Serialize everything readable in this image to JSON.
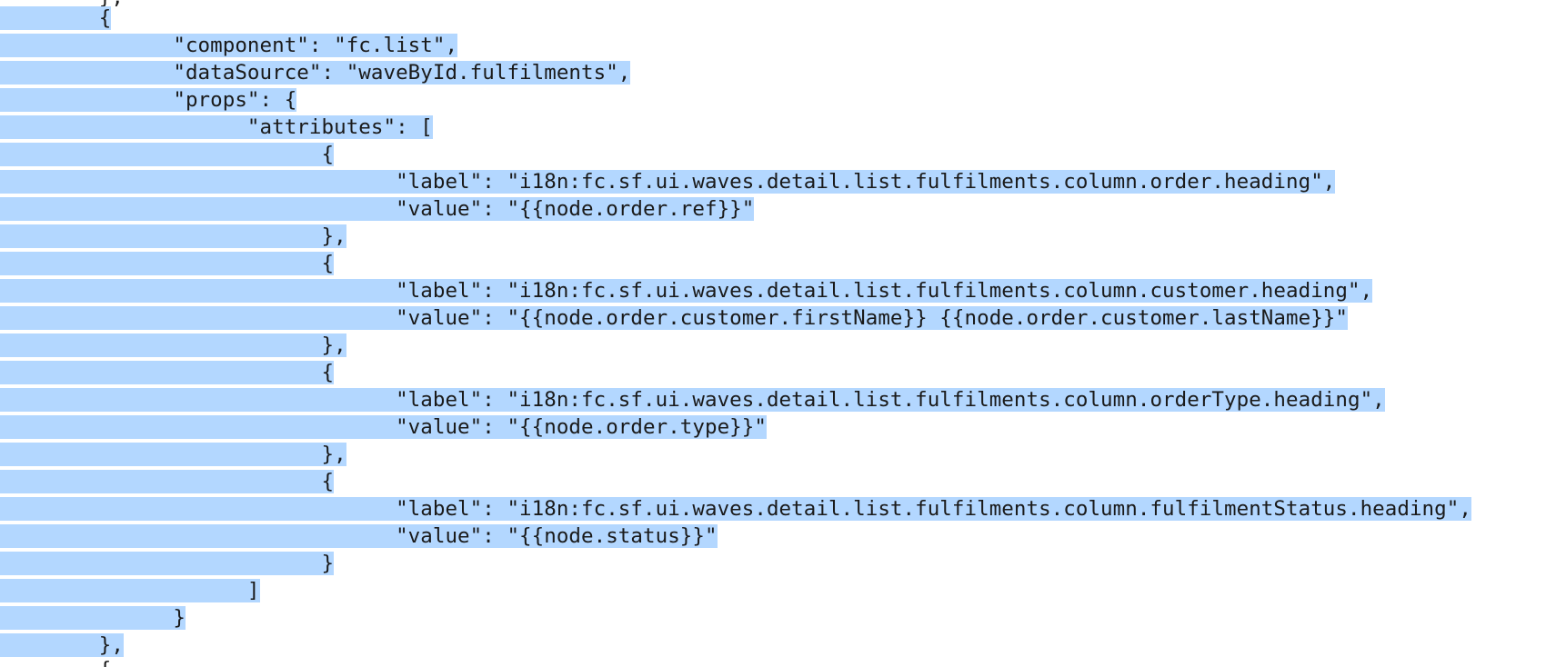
{
  "selection_color": "#b3d7ff",
  "lines": [
    {
      "text": "        },",
      "selected": false
    },
    {
      "text": "        {",
      "selected": true
    },
    {
      "text": "              \"component\": \"fc.list\",",
      "selected": true
    },
    {
      "text": "              \"dataSource\": \"waveById.fulfilments\",",
      "selected": true
    },
    {
      "text": "              \"props\": {",
      "selected": true
    },
    {
      "text": "                    \"attributes\": [",
      "selected": true
    },
    {
      "text": "                          {",
      "selected": true
    },
    {
      "text": "                                \"label\": \"i18n:fc.sf.ui.waves.detail.list.fulfilments.column.order.heading\",",
      "selected": true
    },
    {
      "text": "                                \"value\": \"{{node.order.ref}}\"",
      "selected": true
    },
    {
      "text": "                          },",
      "selected": true
    },
    {
      "text": "                          {",
      "selected": true
    },
    {
      "text": "                                \"label\": \"i18n:fc.sf.ui.waves.detail.list.fulfilments.column.customer.heading\",",
      "selected": true
    },
    {
      "text": "                                \"value\": \"{{node.order.customer.firstName}} {{node.order.customer.lastName}}\"",
      "selected": true
    },
    {
      "text": "                          },",
      "selected": true
    },
    {
      "text": "                          {",
      "selected": true
    },
    {
      "text": "                                \"label\": \"i18n:fc.sf.ui.waves.detail.list.fulfilments.column.orderType.heading\",",
      "selected": true
    },
    {
      "text": "                                \"value\": \"{{node.order.type}}\"",
      "selected": true
    },
    {
      "text": "                          },",
      "selected": true
    },
    {
      "text": "                          {",
      "selected": true
    },
    {
      "text": "                                \"label\": \"i18n:fc.sf.ui.waves.detail.list.fulfilments.column.fulfilmentStatus.heading\",",
      "selected": true
    },
    {
      "text": "                                \"value\": \"{{node.status}}\"",
      "selected": true
    },
    {
      "text": "                          }",
      "selected": true
    },
    {
      "text": "                    ]",
      "selected": true
    },
    {
      "text": "              }",
      "selected": true
    },
    {
      "text": "        },",
      "selected": true
    },
    {
      "text": "        {",
      "selected": false
    }
  ]
}
